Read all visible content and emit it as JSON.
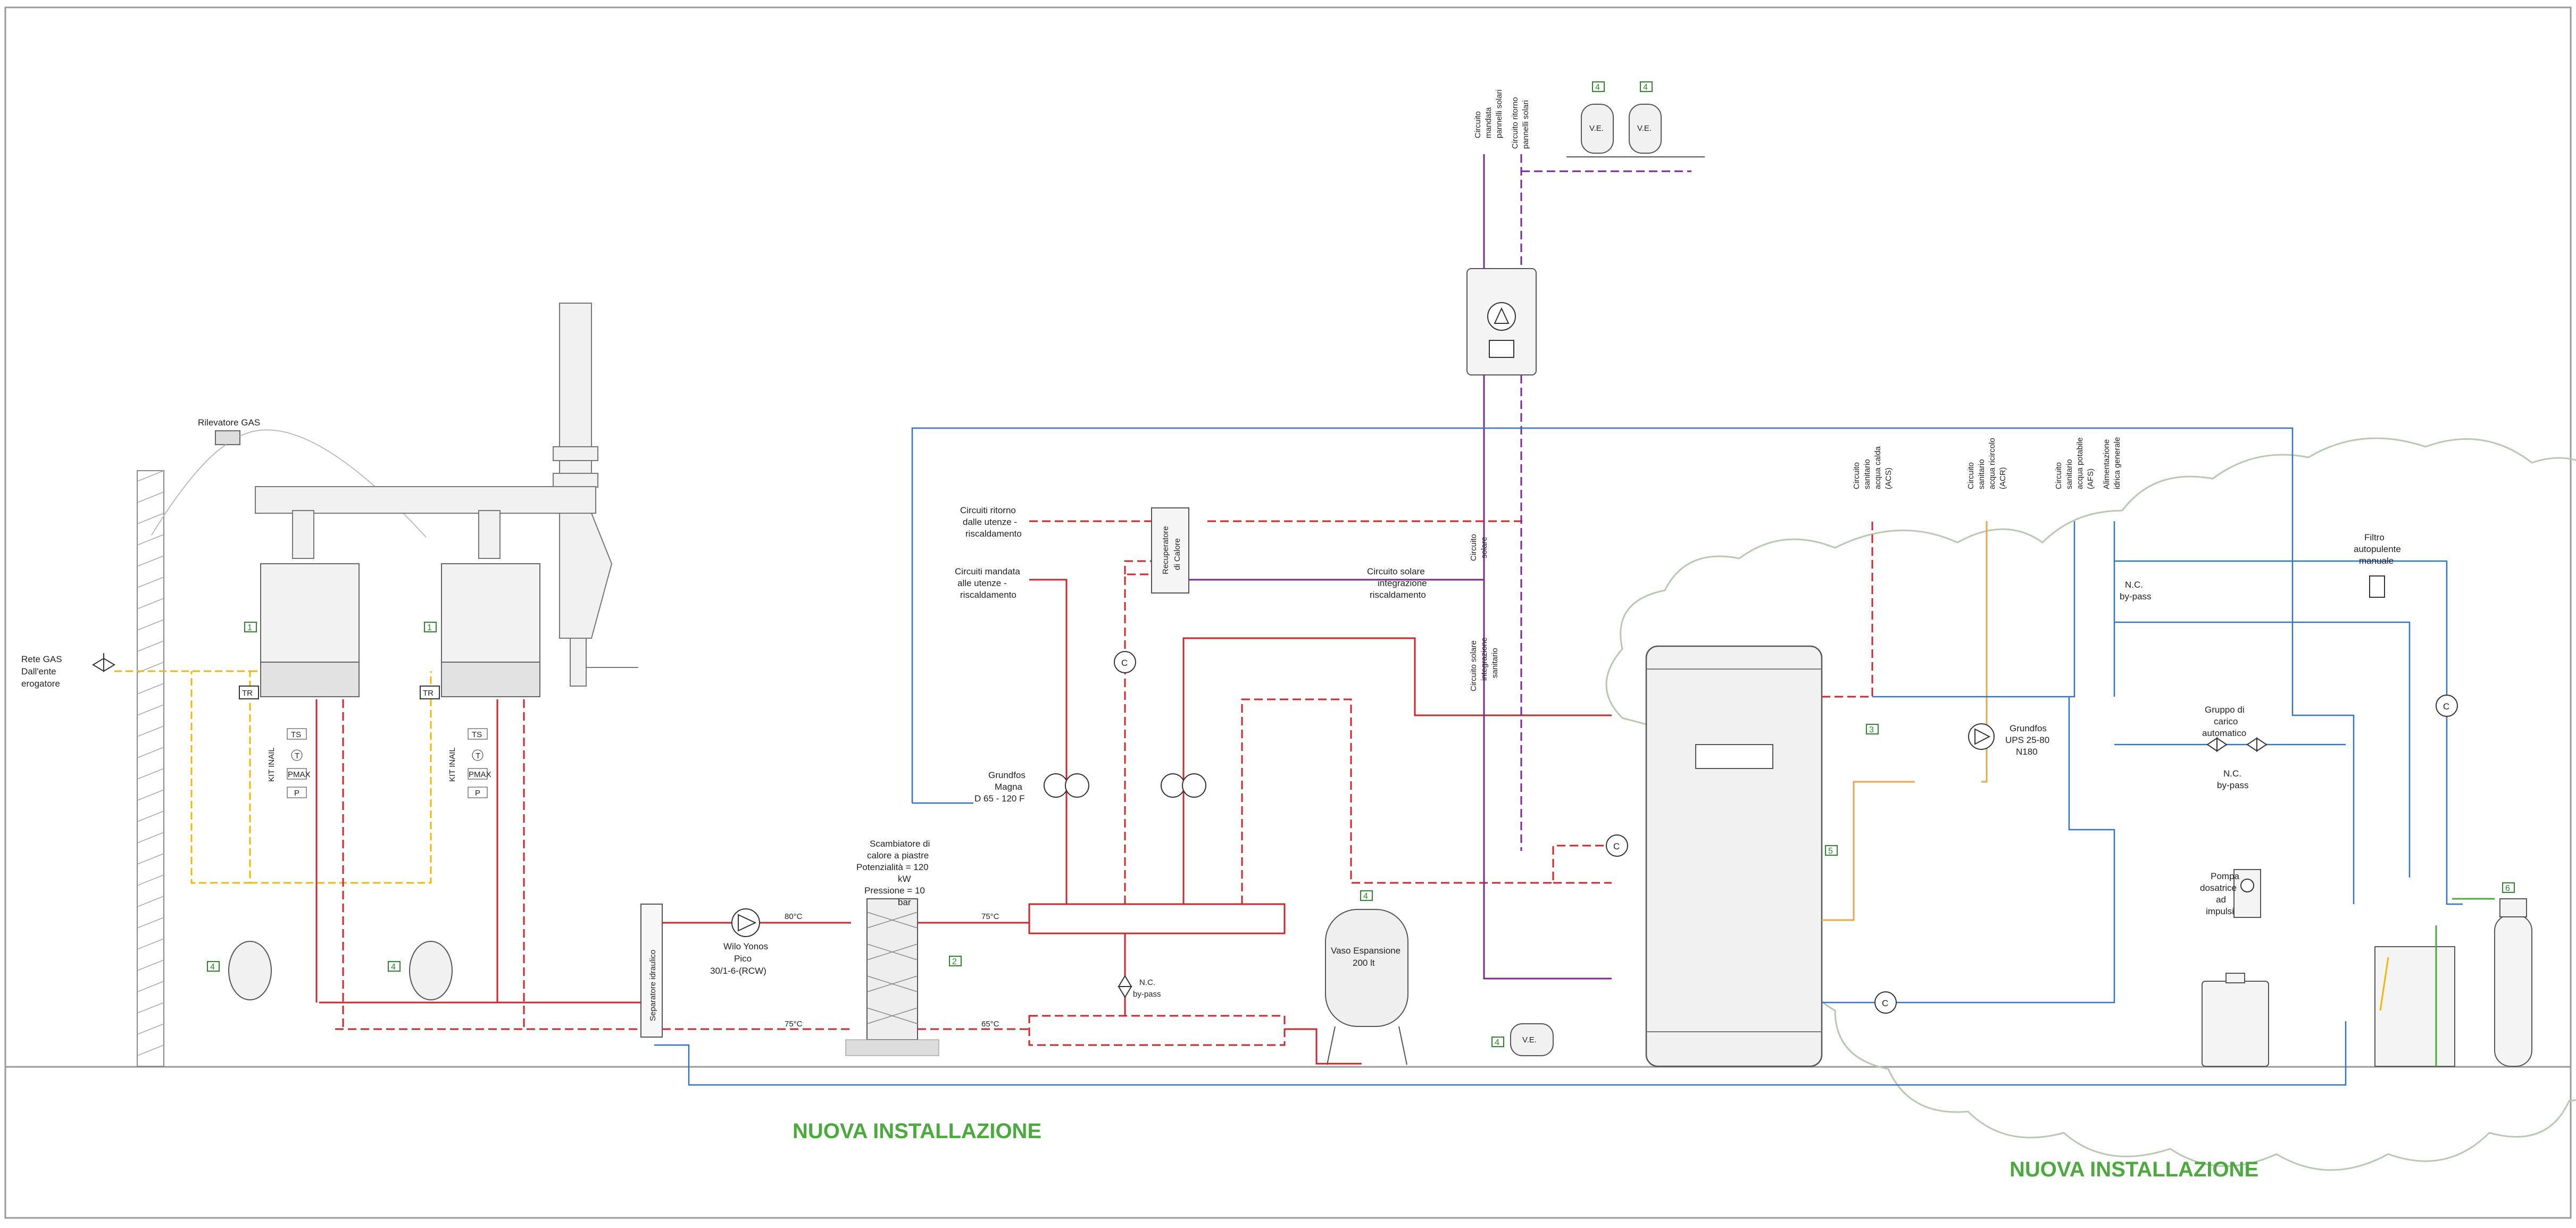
{
  "titles": {
    "left_install": "NUOVA INSTALLAZIONE",
    "right_install": "NUOVA INSTALLAZIONE"
  },
  "gas": {
    "network": [
      "Rete GAS",
      "Dall'ente",
      "erogatore"
    ],
    "detector": "Rilevatore GAS"
  },
  "boiler": {
    "tag": "1",
    "tr": "TR",
    "kit": "KIT INAIL",
    "instruments": [
      "TS",
      "T",
      "PMAX",
      "P"
    ]
  },
  "separator": "Separatore idraulico",
  "pump_primary": [
    "Wilo Yonos",
    "Pico",
    "30/1-6-(RCW)"
  ],
  "exchanger": {
    "label": [
      "Scambiatore di",
      "calore a piastre",
      "Potenzialità = 120",
      "kW",
      "Pressione = 10",
      "bar"
    ],
    "tag": "2"
  },
  "temps": {
    "t80": "80°C",
    "t75a": "75°C",
    "t75b": "75°C",
    "t65": "65°C"
  },
  "grundfos_magna": [
    "Grundfos",
    "Magna",
    "D 65 - 120 F"
  ],
  "nc_bypass": [
    "N.C.",
    "by-pass"
  ],
  "heating": {
    "return": [
      "Circuiti ritorno",
      "dalle utenze -",
      "riscaldamento"
    ],
    "supply": [
      "Circuiti mandata",
      "alle utenze -",
      "riscaldamento"
    ],
    "recuperator": [
      "Recuperatore",
      "di Calore"
    ]
  },
  "solar": {
    "supply_panels": [
      "Circuito",
      "mandata",
      "pannelli solari"
    ],
    "return_panels": [
      "Circuito ritorno",
      "pannelli solari"
    ],
    "circuit": [
      "Circuito",
      "solare"
    ],
    "integration_heating": [
      "Circuito solare",
      "integrazione",
      "riscaldamento"
    ],
    "integration_sanitary": [
      "Circuito solare",
      "integrazione",
      "sanitario"
    ]
  },
  "ve": "V.E.",
  "tags": {
    "four": "4",
    "five": "5",
    "three": "3",
    "six": "6"
  },
  "expansion_vessel": [
    "Vaso Espansione",
    "200 lt"
  ],
  "sanitary": {
    "hot": [
      "Circuito",
      "sanitario",
      "acqua calda",
      "(ACS)"
    ],
    "recirc": [
      "Circuito",
      "sanitario",
      "acqua ricircolo",
      "(ACR)"
    ],
    "potable": [
      "Circuito",
      "sanitario",
      "acqua potabile",
      "(AFS)"
    ],
    "main": [
      "Alimentazione",
      "idrica generale"
    ]
  },
  "grundfos_ups": [
    "Grundfos",
    "UPS 25-80",
    "N180"
  ],
  "filter": [
    "Filtro",
    "autopulente",
    "manuale"
  ],
  "fill_group": [
    "Gruppo di",
    "carico",
    "automatico"
  ],
  "dosing_pump": [
    "Pompa",
    "dosatrice",
    "ad",
    "impulsi"
  ],
  "counter": "C",
  "colors": {
    "hot_supply": "#d2232a",
    "gas": "#f2b800",
    "cold_water": "#2f73c9",
    "solar": "#7a2a8f",
    "recirc": "#e8a64a",
    "title_green": "#4aaa3c",
    "cloud": "#b7c9b0",
    "equipment": "#555555"
  }
}
